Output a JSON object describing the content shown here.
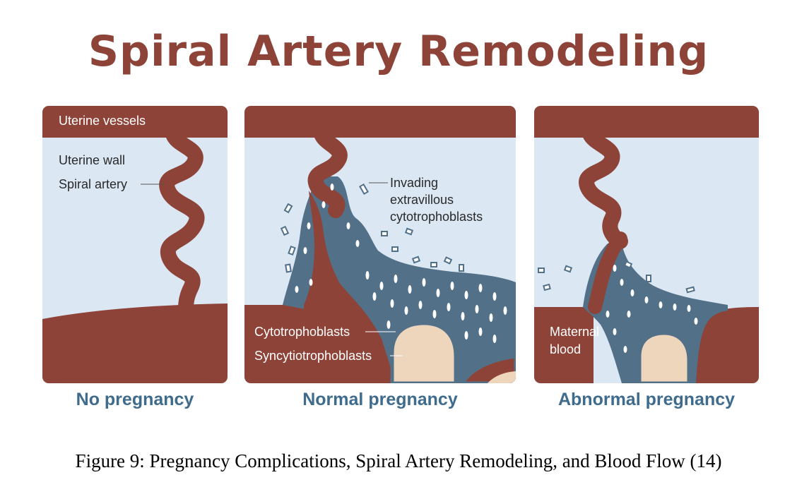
{
  "title": "Spiral Artery Remodeling",
  "panels": [
    {
      "caption": "No pregnancy",
      "labels": {
        "uterine_vessels": "Uterine vessels",
        "uterine_wall": "Uterine wall",
        "spiral_artery": "Spiral artery"
      }
    },
    {
      "caption": "Normal pregnancy",
      "labels": {
        "invading_line1": "Invading",
        "invading_line2": "extravillous",
        "invading_line3": "cytotrophoblasts",
        "cytotrophoblasts": "Cytotrophoblasts",
        "syncytiotrophoblasts": "Syncytiotrophoblasts"
      }
    },
    {
      "caption": "Abnormal pregnancy",
      "labels": {
        "maternal_line1": "Maternal",
        "maternal_line2": "blood"
      }
    }
  ],
  "figure_caption": "Figure 9: Pregnancy Complications, Spiral Artery Remodeling, and Blood Flow (14)",
  "colors": {
    "artery": "#8d4338",
    "wall": "#dbe7f3",
    "trophoblast": "#527088",
    "villus": "#eed6bc",
    "caption": "#3f6b8c"
  }
}
